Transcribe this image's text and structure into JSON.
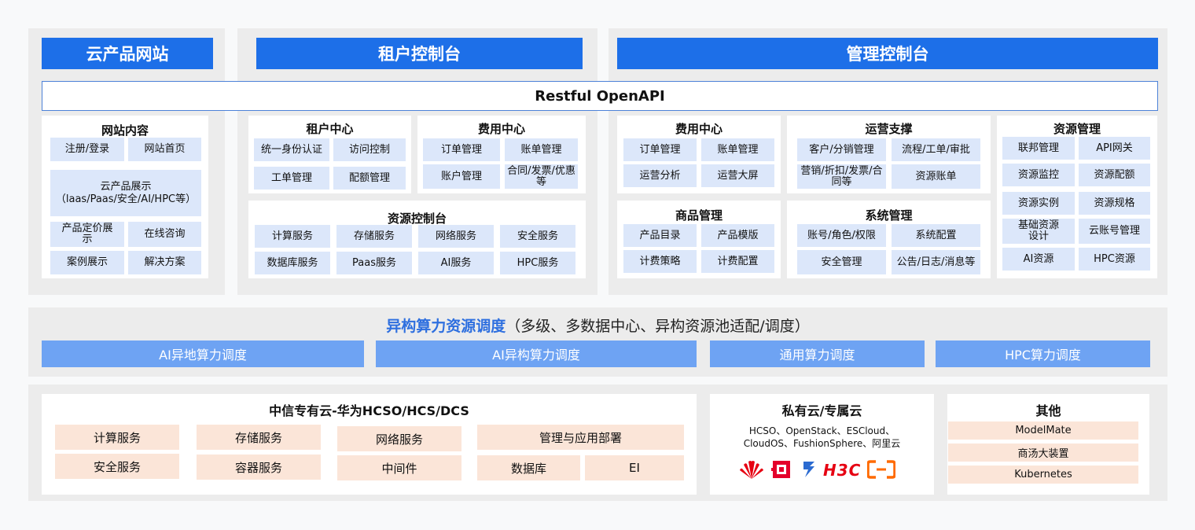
{
  "portal": {
    "header": "云产品网站",
    "title": "网站内容",
    "items": [
      "注册/登录",
      "网站首页",
      "云产品展示\n（laas/Paas/安全/AI/HPC等）",
      "产品定价展\n示",
      "在线咨询",
      "案例展示",
      "解决方案"
    ]
  },
  "tenant": {
    "header": "租户控制台",
    "user_center": {
      "title": "租户中心",
      "items": [
        "统一身份认证",
        "访问控制",
        "工单管理",
        "配额管理"
      ]
    },
    "fee_center": {
      "title": "费用中心",
      "items": [
        "订单管理",
        "账单管理",
        "账户管理",
        "合同/发票/优惠\n等"
      ]
    },
    "resource_console": {
      "title": "资源控制台",
      "items": [
        "计算服务",
        "存储服务",
        "网络服务",
        "安全服务",
        "数据库服务",
        "Paas服务",
        "AI服务",
        "HPC服务"
      ]
    }
  },
  "admin": {
    "header": "管理控制台",
    "fee_center": {
      "title": "费用中心",
      "items": [
        "订单管理",
        "账单管理",
        "运营分析",
        "运营大屏"
      ]
    },
    "ops_support": {
      "title": "运营支撑",
      "items": [
        "客户/分销管理",
        "流程/工单/审批",
        "营销/折扣/发票/合\n同等",
        "资源账单"
      ]
    },
    "resource_mgmt": {
      "title": "资源管理",
      "items": [
        "联邦管理",
        "API网关",
        "资源监控",
        "资源配额",
        "资源实例",
        "资源规格",
        "基础资源\n设计",
        "云账号管理",
        "AI资源",
        "HPC资源"
      ]
    },
    "goods_mgmt": {
      "title": "商品管理",
      "items": [
        "产品目录",
        "产品模版",
        "计费策略",
        "计费配置"
      ]
    },
    "system_mgmt": {
      "title": "系统管理",
      "items": [
        "账号/角色/权限",
        "系统配置",
        "安全管理",
        "公告/日志/消息等"
      ]
    }
  },
  "api_bar": "Restful OpenAPI",
  "scheduling": {
    "title_bold": "异构算力资源调度",
    "title_rest": "（多级、多数据中心、异构资源池适配/调度）",
    "items": [
      "AI异地算力调度",
      "AI异构算力调度",
      "通用算力调度",
      "HPC算力调度"
    ]
  },
  "bottom": {
    "citic": {
      "title": "中信专有云-华为HCSO/HCS/DCS",
      "items": [
        "计算服务",
        "存储服务",
        "网络服务",
        "管理与应用部署",
        "安全服务",
        "容器服务",
        "中间件",
        "数据库",
        "EI"
      ]
    },
    "private": {
      "title": "私有云/专属云",
      "text1": "HCSO、OpenStack、ESCloud、",
      "text2": "CloudOS、FushionSphere、阿里云",
      "logos": [
        "huawei-logo",
        "red-square-logo",
        "easystack-logo",
        "h3c-logo",
        "aliyun-logo"
      ],
      "h3c_text": "H3C"
    },
    "other": {
      "title": "其他",
      "items": [
        "ModelMate",
        "商汤大装置",
        "Kubernetes"
      ]
    }
  },
  "colors": {
    "header_blue": "#1d6fe8",
    "item_blue": "#dce7fa",
    "sched_blue": "#6ea3f3",
    "peach": "#fbe5d8",
    "panel_gray": "#ececec"
  }
}
